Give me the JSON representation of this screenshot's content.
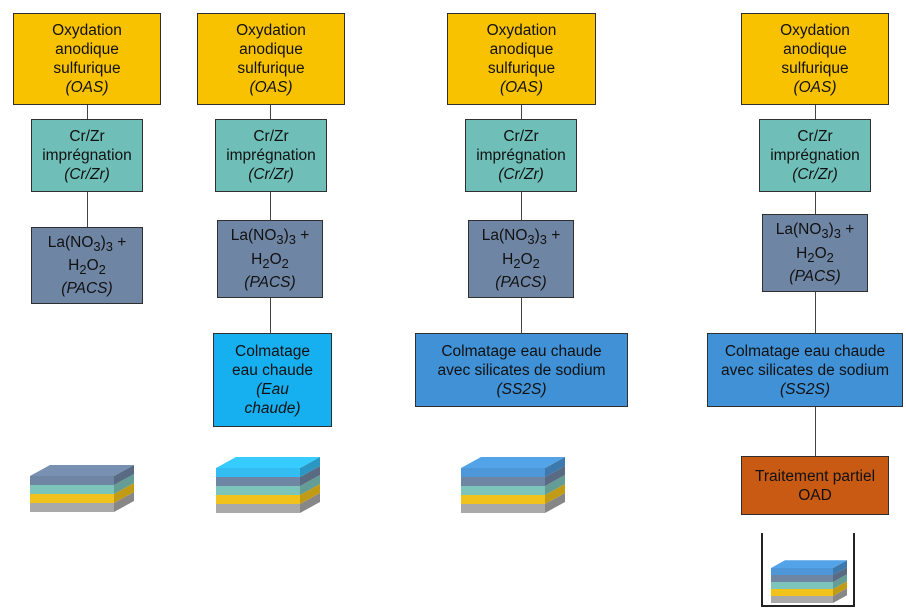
{
  "columns": [
    {
      "oas": {
        "l1": "Oxydation",
        "l2": "anodique",
        "l3": "sulfurique",
        "abbr": "(OAS)"
      },
      "crzr": {
        "l1": "Cr/Zr",
        "l2": "imprégnation",
        "abbr": "(Cr/Zr)"
      },
      "pacs": {
        "pre1": "La(NO",
        "sub1": "3",
        "mid1": ")",
        "sub2": "3",
        "post1": " +",
        "pre2": "H",
        "sub3": "2",
        "mid2": "O",
        "sub4": "2",
        "abbr": "(PACS)"
      }
    },
    {
      "oas": {
        "l1": "Oxydation",
        "l2": "anodique",
        "l3": "sulfurique",
        "abbr": "(OAS)"
      },
      "crzr": {
        "l1": "Cr/Zr",
        "l2": "imprégnation",
        "abbr": "(Cr/Zr)"
      },
      "pacs": {
        "pre1": "La(NO",
        "sub1": "3",
        "mid1": ")",
        "sub2": "3",
        "post1": " +",
        "pre2": "H",
        "sub3": "2",
        "mid2": "O",
        "sub4": "2",
        "abbr": "(PACS)"
      },
      "seal": {
        "l1": "Colmatage",
        "l2": "eau chaude",
        "abbr1": "(Eau",
        "abbr2": "chaude)"
      }
    },
    {
      "oas": {
        "l1": "Oxydation",
        "l2": "anodique",
        "l3": "sulfurique",
        "abbr": "(OAS)"
      },
      "crzr": {
        "l1": "Cr/Zr",
        "l2": "imprégnation",
        "abbr": "(Cr/Zr)"
      },
      "pacs": {
        "pre1": "La(NO",
        "sub1": "3",
        "mid1": ")",
        "sub2": "3",
        "post1": " +",
        "pre2": "H",
        "sub3": "2",
        "mid2": "O",
        "sub4": "2",
        "abbr": "(PACS)"
      },
      "seal": {
        "l1": "Colmatage eau chaude",
        "l2": "avec silicates de sodium",
        "abbr": "(SS2S)"
      }
    },
    {
      "oas": {
        "l1": "Oxydation",
        "l2": "anodique",
        "l3": "sulfurique",
        "abbr": "(OAS)"
      },
      "crzr": {
        "l1": "Cr/Zr",
        "l2": "imprégnation",
        "abbr": "(Cr/Zr)"
      },
      "pacs": {
        "pre1": "La(NO",
        "sub1": "3",
        "mid1": ")",
        "sub2": "3",
        "post1": " +",
        "pre2": "H",
        "sub3": "2",
        "mid2": "O",
        "sub4": "2",
        "abbr": "(PACS)"
      },
      "seal": {
        "l1": "Colmatage eau chaude",
        "l2": "avec silicates de sodium",
        "abbr": "(SS2S)"
      },
      "oad": {
        "l1": "Traitement partiel",
        "l2": "OAD"
      }
    }
  ],
  "colors": {
    "oas": "#f8c200",
    "crzr": "#6fbfb8",
    "pacs": "#6f85a4",
    "seal_water": "#16b0f0",
    "seal_silicate": "#4091d6",
    "oad": "#c85a14"
  },
  "stacks": [
    {
      "layers": [
        "#a9a9a9",
        "#f2c21c",
        "#7dc4bb",
        "#6f85a4"
      ]
    },
    {
      "layers": [
        "#a9a9a9",
        "#f2c21c",
        "#7dc4bb",
        "#6f85a4",
        "#33bdf2"
      ]
    },
    {
      "layers": [
        "#a9a9a9",
        "#f2c21c",
        "#7dc4bb",
        "#6f85a4",
        "#4d97d8"
      ]
    },
    {
      "layers": [
        "#a9a9a9",
        "#f2c21c",
        "#7dc4bb",
        "#6f85a4",
        "#4d97d8"
      ]
    }
  ]
}
